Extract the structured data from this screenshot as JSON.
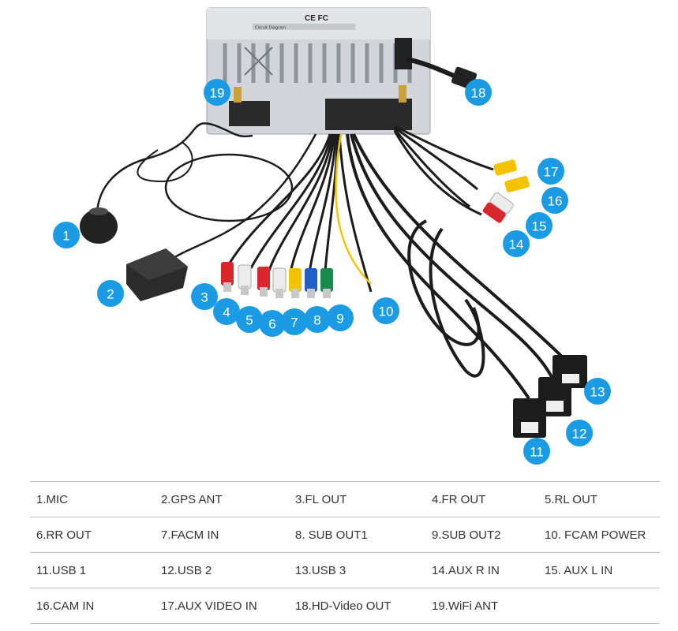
{
  "colors": {
    "badge": "#1a9be4",
    "cable": "#1c1c1c",
    "yellow_wire": "#f2c500",
    "panel": "#d2d5d9",
    "rca_red": "#d8262c",
    "rca_white": "#ececec",
    "rca_yellow": "#f3c300",
    "rca_blue": "#1f5fc8",
    "rca_green": "#1a8a4c"
  },
  "unit": {
    "label_text": "Circuit Diagram",
    "cert_marks": "CE FC"
  },
  "badges": [
    "1",
    "2",
    "3",
    "4",
    "5",
    "6",
    "7",
    "8",
    "9",
    "10",
    "11",
    "12",
    "13",
    "14",
    "15",
    "16",
    "17",
    "18",
    "19"
  ],
  "legend": [
    [
      "1.MIC",
      "2.GPS ANT",
      "3.FL OUT",
      "4.FR OUT",
      "5.RL OUT"
    ],
    [
      "6.RR OUT",
      "7.FACM IN",
      "8. SUB OUT1",
      "9.SUB OUT2",
      "10. FCAM POWER"
    ],
    [
      "11.USB 1",
      "12.USB 2",
      "13.USB 3",
      "14.AUX R IN",
      "15. AUX L IN"
    ],
    [
      "16.CAM IN",
      "17.AUX VIDEO IN",
      "18.HD-Video OUT",
      "19.WiFi ANT",
      ""
    ]
  ]
}
